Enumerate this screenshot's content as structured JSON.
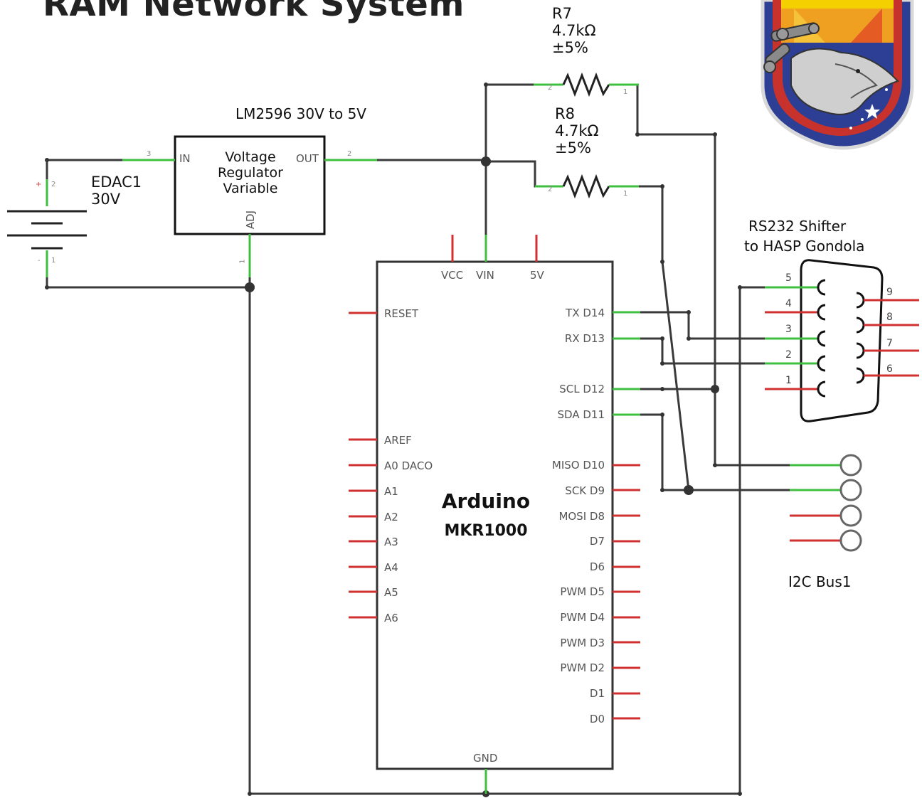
{
  "title": "RAM Network System",
  "regulator": {
    "name": "LM2596 30V to 5V",
    "body_line1": "Voltage",
    "body_line2": "Regulator",
    "body_line3": "Variable",
    "pin_in": "IN",
    "pin_out": "OUT",
    "pin_adj": "ADJ",
    "pin_num_in": "3",
    "pin_num_out": "2",
    "pin_num_adj": "1"
  },
  "battery": {
    "name": "EDAC1",
    "voltage": "30V",
    "plus": "+",
    "minus": "-",
    "pin_num_top": "2",
    "pin_num_bottom": "1"
  },
  "r7": {
    "name": "R7",
    "value": "4.7kΩ",
    "tolerance": "±5%",
    "pin_left": "2",
    "pin_right": "1"
  },
  "r8": {
    "name": "R8",
    "value": "4.7kΩ",
    "tolerance": "±5%",
    "pin_left": "2",
    "pin_right": "1"
  },
  "arduino": {
    "name": "Arduino",
    "model": "MKR1000",
    "top_pins": [
      "VCC",
      "VIN",
      "5V"
    ],
    "gnd": "GND",
    "left_pins": [
      "RESET",
      "AREF",
      "A0 DACO",
      "A1",
      "A2",
      "A3",
      "A4",
      "A5",
      "A6"
    ],
    "right_pins": [
      "TX D14",
      "RX D13",
      "SCL D12",
      "SDA D11",
      "MISO D10",
      "SCK D9",
      "MOSI D8",
      "D7",
      "D6",
      "PWM D5",
      "PWM D4",
      "PWM D3",
      "PWM D2",
      "D1",
      "D0"
    ]
  },
  "rs232": {
    "line1": "RS232 Shifter",
    "line2": "to HASP Gondola",
    "left_pins": [
      "5",
      "4",
      "3",
      "2",
      "1"
    ],
    "right_pins": [
      "9",
      "8",
      "7",
      "6"
    ]
  },
  "i2c": {
    "name": "I2C Bus1"
  },
  "colors": {
    "wire": "#3a3a3a",
    "connected_pin": "#3fbf3f",
    "open_pin": "#d03030",
    "box": "#111111"
  },
  "logo": {
    "name": "logo-badge"
  }
}
